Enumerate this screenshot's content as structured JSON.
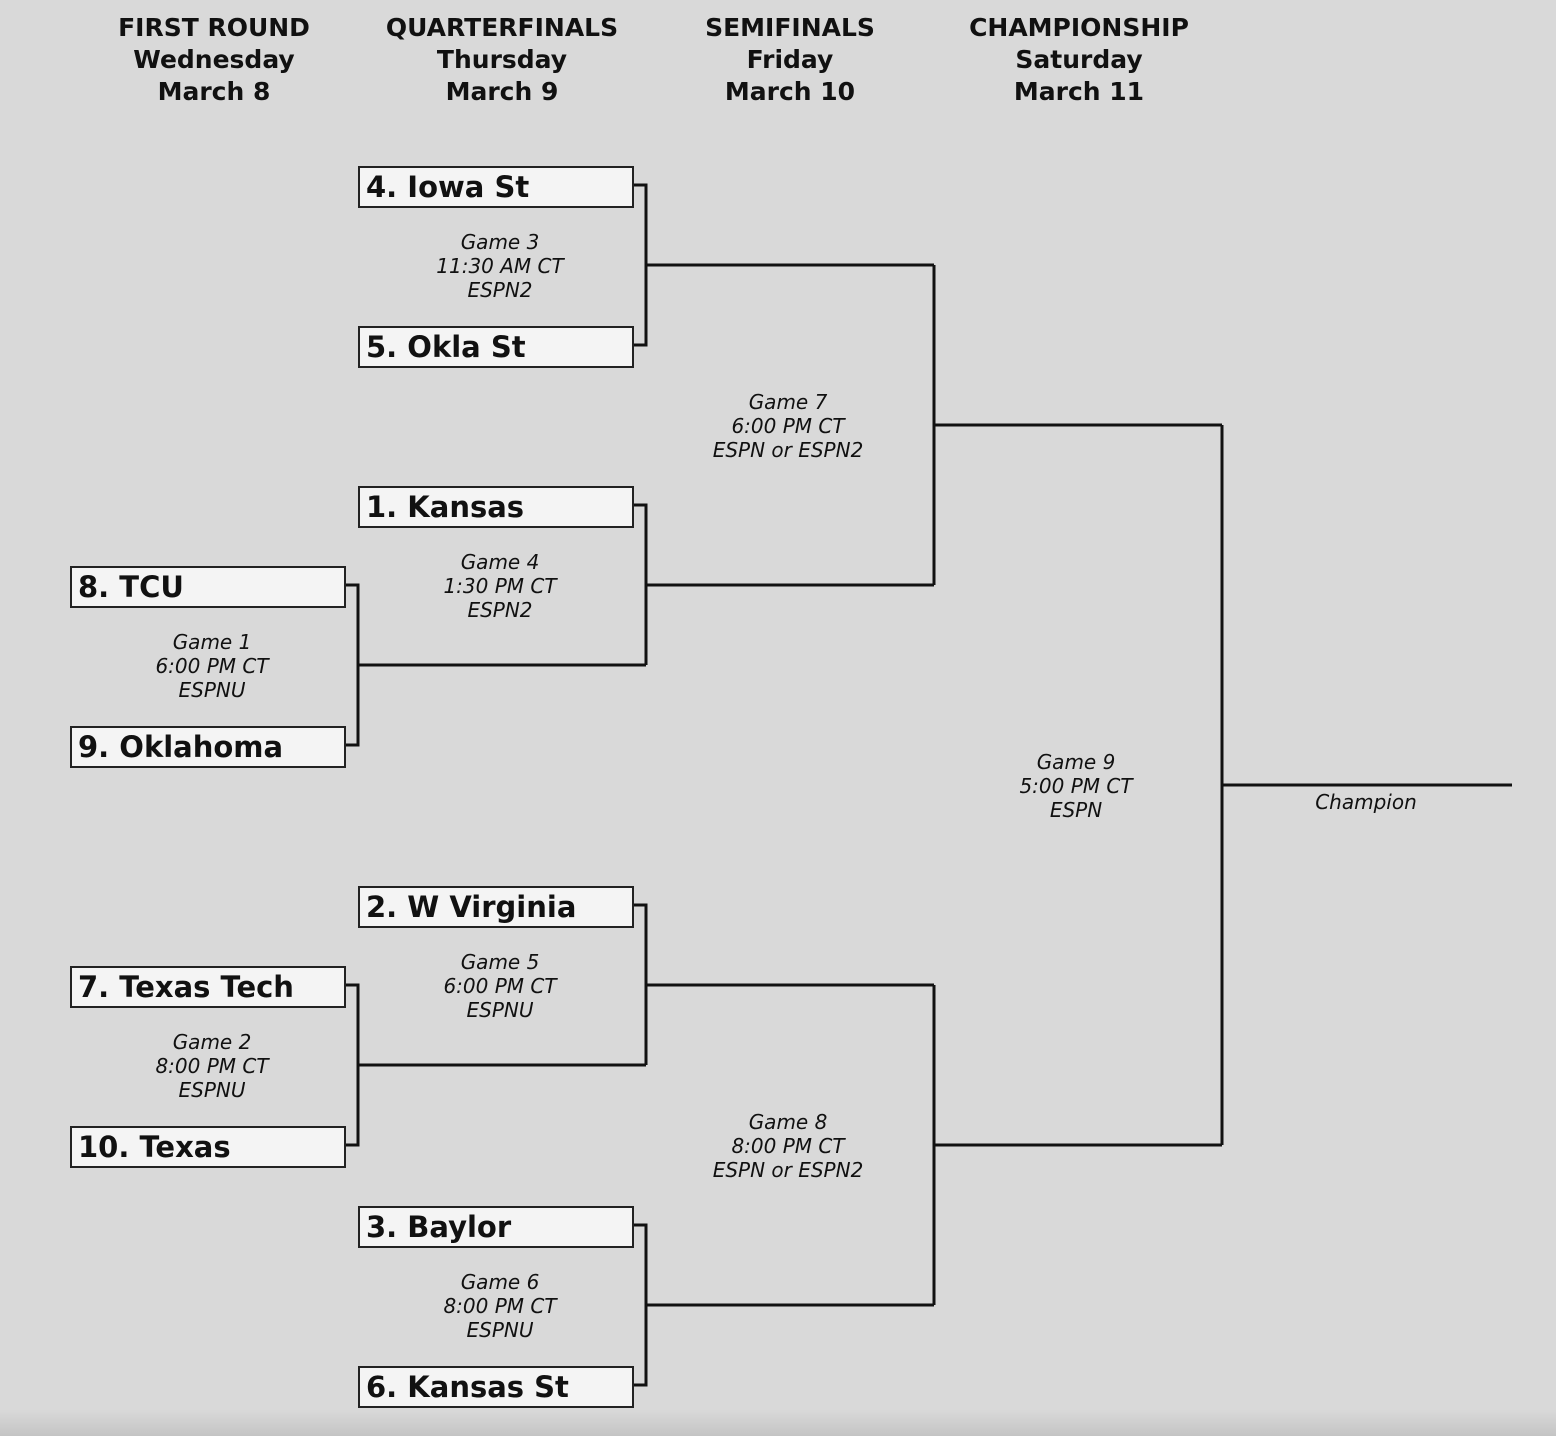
{
  "rounds": [
    {
      "name": "FIRST ROUND",
      "day": "Wednesday",
      "date": "March 8"
    },
    {
      "name": "QUARTERFINALS",
      "day": "Thursday",
      "date": "March 9"
    },
    {
      "name": "SEMIFINALS",
      "day": "Friday",
      "date": "March 10"
    },
    {
      "name": "CHAMPIONSHIP",
      "day": "Saturday",
      "date": "March 11"
    }
  ],
  "teams": {
    "iowa_st": "4. Iowa St",
    "okla_st": "5. Okla St",
    "kansas": "1. Kansas",
    "tcu": "8. TCU",
    "oklahoma": "9. Oklahoma",
    "w_virginia": "2. W Virginia",
    "texas_tech": "7. Texas Tech",
    "texas": "10. Texas",
    "baylor": "3. Baylor",
    "kansas_st": "6. Kansas St"
  },
  "games": {
    "g1": {
      "game": "Game 1",
      "time": "6:00 PM CT",
      "network": "ESPNU"
    },
    "g2": {
      "game": "Game 2",
      "time": "8:00 PM CT",
      "network": "ESPNU"
    },
    "g3": {
      "game": "Game 3",
      "time": "11:30 AM CT",
      "network": "ESPN2"
    },
    "g4": {
      "game": "Game 4",
      "time": "1:30 PM CT",
      "network": "ESPN2"
    },
    "g5": {
      "game": "Game 5",
      "time": "6:00 PM CT",
      "network": "ESPNU"
    },
    "g6": {
      "game": "Game 6",
      "time": "8:00 PM CT",
      "network": "ESPNU"
    },
    "g7": {
      "game": "Game 7",
      "time": "6:00 PM CT",
      "network": "ESPN or ESPN2"
    },
    "g8": {
      "game": "Game 8",
      "time": "8:00 PM CT",
      "network": "ESPN or ESPN2"
    },
    "g9": {
      "game": "Game 9",
      "time": "5:00 PM CT",
      "network": "ESPN"
    }
  },
  "champion_label": "Champion"
}
